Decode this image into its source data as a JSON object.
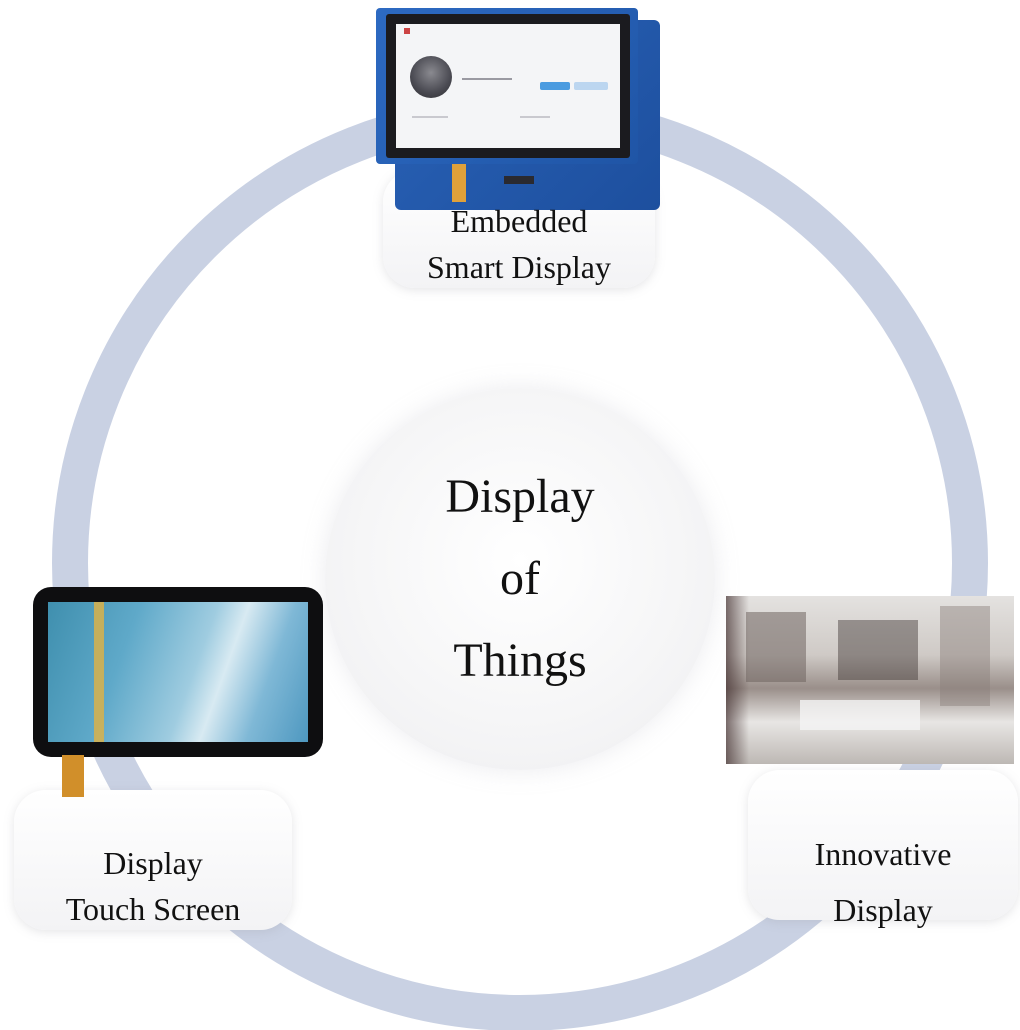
{
  "center": {
    "line1": "Display",
    "line2": "of",
    "line3": "Things"
  },
  "nodes": [
    {
      "line1": "Embedded",
      "line2": "Smart Display"
    },
    {
      "line1": "Display",
      "line2": "Touch Screen"
    },
    {
      "line1": "Innovative",
      "line2": "Display"
    }
  ],
  "colors": {
    "ring": "#c9d1e3",
    "center_fill": "#f2f2f4",
    "card_fill": "#f5f5f7"
  }
}
